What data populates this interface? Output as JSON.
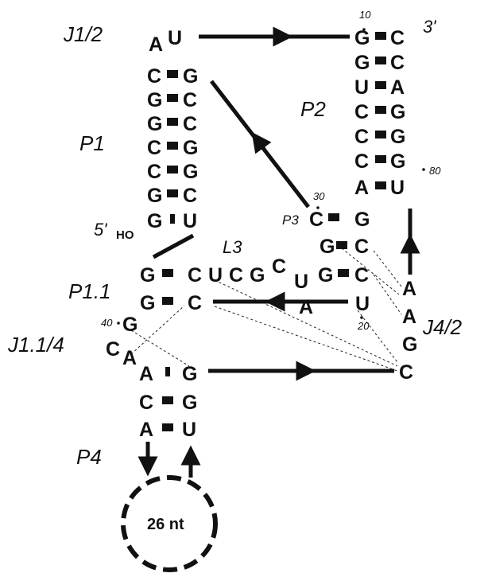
{
  "labels": {
    "j12": "J1/2",
    "p1": "P1",
    "p2": "P2",
    "p3": "P3",
    "l3": "L3",
    "p11": "P1.1",
    "j114": "J1.1/4",
    "j42": "J4/2",
    "p4": "P4",
    "three_prime": "3'",
    "five_prime": "5'",
    "ho": "HO",
    "loop": "26 nt"
  },
  "numbers": {
    "n10": "10",
    "n30": "30",
    "n80": "80",
    "n40": "40",
    "n20": "20"
  },
  "j12_nts": [
    "A",
    "U"
  ],
  "p1_pairs": [
    [
      "C",
      "G"
    ],
    [
      "G",
      "C"
    ],
    [
      "G",
      "C"
    ],
    [
      "C",
      "G"
    ],
    [
      "C",
      "G"
    ],
    [
      "G",
      "C"
    ],
    [
      "G",
      "U"
    ]
  ],
  "p2_pairs": [
    [
      "G",
      "C"
    ],
    [
      "G",
      "C"
    ],
    [
      "U",
      "A"
    ],
    [
      "C",
      "G"
    ],
    [
      "C",
      "G"
    ],
    [
      "C",
      "G"
    ],
    [
      "A",
      "U"
    ]
  ],
  "p3_pairs": [
    [
      "C",
      "G"
    ],
    [
      "G",
      "C"
    ],
    [
      "G",
      "C"
    ]
  ],
  "p3_extra": "U",
  "p11_pairs": [
    [
      "G",
      "C"
    ],
    [
      "G",
      "C"
    ]
  ],
  "l3_nts": [
    "U",
    "C",
    "G",
    "C",
    "U",
    "A"
  ],
  "j114_nts": [
    "G",
    "C",
    "A"
  ],
  "j42_nts": [
    "A",
    "A",
    "G",
    "C"
  ],
  "p4_pairs": [
    [
      "A",
      "G"
    ],
    [
      "C",
      "G"
    ],
    [
      "A",
      "U"
    ]
  ]
}
